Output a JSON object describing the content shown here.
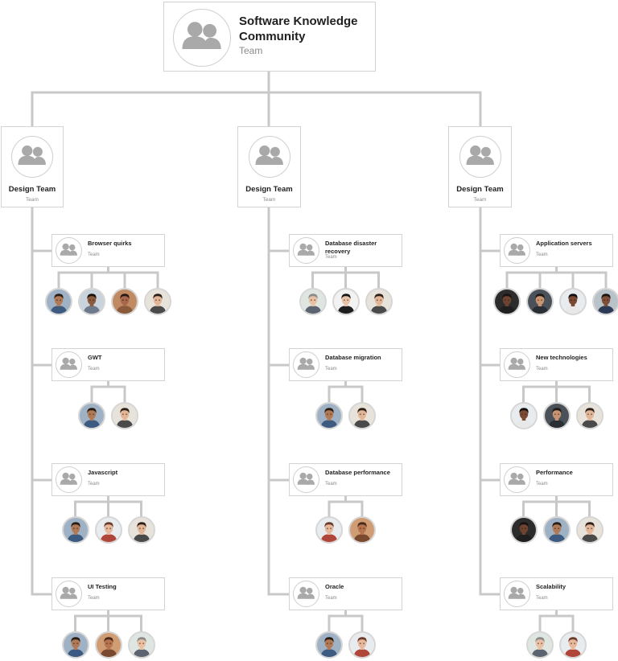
{
  "root": {
    "title": "Software Knowledge Community",
    "subtitle": "Team",
    "selected": true,
    "icon": "team-icon"
  },
  "columns": [
    {
      "title": "Design Team",
      "subtitle": "Team",
      "icon": "team-icon",
      "subteams": [
        {
          "title": "Browser quirks",
          "subtitle": "Team",
          "members": [
            {
              "skin": "#b07a57",
              "hair": "#2a1d14",
              "shirt": "#3d5a80",
              "bg": "#9fb1c4"
            },
            {
              "skin": "#8c5a3c",
              "hair": "#1b120c",
              "shirt": "#6d7a8c",
              "bg": "#c9d3dc"
            },
            {
              "skin": "#a8674a",
              "hair": "#2b1a12",
              "shirt": "#8a5a3a",
              "bg": "#c08a62"
            },
            {
              "skin": "#e2b596",
              "hair": "#2e211a",
              "shirt": "#4a4a4a",
              "bg": "#e7e2da"
            }
          ]
        },
        {
          "title": "GWT",
          "subtitle": "Team",
          "members": [
            {
              "skin": "#b07a57",
              "hair": "#2a1d14",
              "shirt": "#3d5a80",
              "bg": "#9fb1c4"
            },
            {
              "skin": "#e2b596",
              "hair": "#2e211a",
              "shirt": "#4a4a4a",
              "bg": "#e7e2da"
            }
          ]
        },
        {
          "title": "Javascript",
          "subtitle": "Team",
          "members": [
            {
              "skin": "#b07a57",
              "hair": "#2a1d14",
              "shirt": "#3d5a80",
              "bg": "#9fb1c4"
            },
            {
              "skin": "#e6b89c",
              "hair": "#6b3c2c",
              "shirt": "#b0463a",
              "bg": "#e9ecef"
            },
            {
              "skin": "#e2b596",
              "hair": "#2e211a",
              "shirt": "#4a4a4a",
              "bg": "#e7e2da"
            }
          ]
        },
        {
          "title": "UI Testing",
          "subtitle": "Team",
          "members": [
            {
              "skin": "#b07a57",
              "hair": "#2a1d14",
              "shirt": "#3d5a80",
              "bg": "#9fb1c4"
            },
            {
              "skin": "#b5734f",
              "hair": "#4b2a1a",
              "shirt": "#7a4a30",
              "bg": "#cf9c73"
            },
            {
              "skin": "#e8c0a4",
              "hair": "#8a8a8a",
              "shirt": "#5b6470",
              "bg": "#dfe6e1"
            }
          ]
        }
      ]
    },
    {
      "title": "Design Team",
      "subtitle": "Team",
      "icon": "team-icon",
      "subteams": [
        {
          "title": "Database disaster recovery",
          "subtitle": "Team",
          "members": [
            {
              "skin": "#e8c0a4",
              "hair": "#8a8a8a",
              "shirt": "#5b6470",
              "bg": "#dfe6e1"
            },
            {
              "skin": "#e9c3a8",
              "hair": "#171717",
              "shirt": "#1e1e1e",
              "bg": "#f2f2f2"
            },
            {
              "skin": "#e2b596",
              "hair": "#2e211a",
              "shirt": "#4a4a4a",
              "bg": "#e7e2da"
            }
          ]
        },
        {
          "title": "Database migration",
          "subtitle": "Team",
          "members": [
            {
              "skin": "#b07a57",
              "hair": "#2a1d14",
              "shirt": "#3d5a80",
              "bg": "#9fb1c4"
            },
            {
              "skin": "#e2b596",
              "hair": "#2e211a",
              "shirt": "#4a4a4a",
              "bg": "#e7e2da"
            }
          ]
        },
        {
          "title": "Database performance",
          "subtitle": "Team",
          "members": [
            {
              "skin": "#e6b89c",
              "hair": "#6b3c2c",
              "shirt": "#b0463a",
              "bg": "#e9ecef"
            },
            {
              "skin": "#b5734f",
              "hair": "#4b2a1a",
              "shirt": "#7a4a30",
              "bg": "#cf9c73"
            }
          ]
        },
        {
          "title": "Oracle",
          "subtitle": "Team",
          "members": [
            {
              "skin": "#b07a57",
              "hair": "#2a1d14",
              "shirt": "#3d5a80",
              "bg": "#9fb1c4"
            },
            {
              "skin": "#e6b89c",
              "hair": "#6b3c2c",
              "shirt": "#b0463a",
              "bg": "#e9ecef"
            }
          ]
        }
      ]
    },
    {
      "title": "Design Team",
      "subtitle": "Team",
      "icon": "team-icon",
      "subteams": [
        {
          "title": "Application servers",
          "subtitle": "Team",
          "members": [
            {
              "skin": "#6e4430",
              "hair": "#1a1210",
              "shirt": "#1f1f1f",
              "bg": "#2c2c2c"
            },
            {
              "skin": "#c89472",
              "hair": "#1f1a17",
              "shirt": "#2a2f36",
              "bg": "#4a5159"
            },
            {
              "skin": "#7a4a35",
              "hair": "#141010",
              "shirt": "#e8e8e8",
              "bg": "#e9ecef"
            },
            {
              "skin": "#7f4e36",
              "hair": "#1b1411",
              "shirt": "#2d3a55",
              "bg": "#b9c2c9"
            }
          ]
        },
        {
          "title": "New technologies",
          "subtitle": "Team",
          "members": [
            {
              "skin": "#7a4a35",
              "hair": "#141010",
              "shirt": "#e8e8e8",
              "bg": "#e9ecef"
            },
            {
              "skin": "#c89472",
              "hair": "#1f1a17",
              "shirt": "#2a2f36",
              "bg": "#4a5159"
            },
            {
              "skin": "#e2b596",
              "hair": "#2e211a",
              "shirt": "#4a4a4a",
              "bg": "#e7e2da"
            }
          ]
        },
        {
          "title": "Performance",
          "subtitle": "Team",
          "members": [
            {
              "skin": "#6e4430",
              "hair": "#1a1210",
              "shirt": "#1f1f1f",
              "bg": "#2c2c2c"
            },
            {
              "skin": "#b07a57",
              "hair": "#2a1d14",
              "shirt": "#3d5a80",
              "bg": "#9fb1c4"
            },
            {
              "skin": "#e2b596",
              "hair": "#2e211a",
              "shirt": "#4a4a4a",
              "bg": "#e7e2da"
            }
          ]
        },
        {
          "title": "Scalability",
          "subtitle": "Team",
          "members": [
            {
              "skin": "#e8c0a4",
              "hair": "#8a8a8a",
              "shirt": "#5b6470",
              "bg": "#dfe6e1"
            },
            {
              "skin": "#e6b89c",
              "hair": "#6b3c2c",
              "shirt": "#b0463a",
              "bg": "#e9ecef"
            }
          ]
        }
      ]
    }
  ],
  "colors": {
    "connector": "#c8c8c8",
    "selected_border": "#8a4fd8",
    "node_border": "#d3d3d3",
    "icon": "#a9a9a9"
  }
}
